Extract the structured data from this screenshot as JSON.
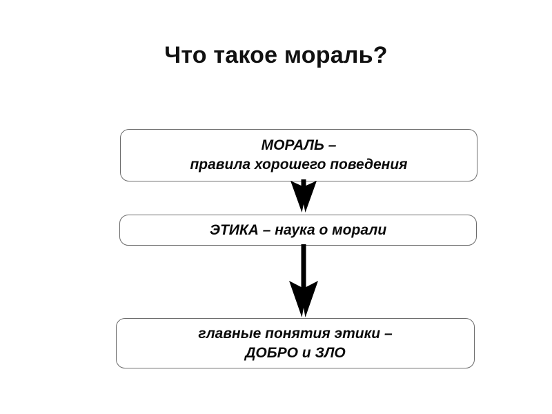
{
  "slide": {
    "title": "Что такое мораль?",
    "background_color": "#ffffff",
    "text_color": "#000000",
    "border_color": "#6b6b6b"
  },
  "diagram": {
    "type": "flowchart",
    "direction": "top-to-bottom",
    "nodes": [
      {
        "id": "moral",
        "label": "МОРАЛЬ –\nправила хорошего поведения",
        "line1": "МОРАЛЬ –",
        "line2": "правила хорошего поведения"
      },
      {
        "id": "etika",
        "label": "ЭТИКА – наука о морали",
        "line1": "ЭТИКА – наука о морали",
        "line2": ""
      },
      {
        "id": "dobro-zlo",
        "label": "главные понятия этики –\nДОБРО и ЗЛО",
        "line1": "главные понятия этики –",
        "line2": "ДОБРО и ЗЛО"
      }
    ],
    "edges": [
      {
        "id": "arrow-1",
        "from": "moral",
        "to": "etika",
        "style": "short-thick-barbed-arrow"
      },
      {
        "id": "arrow-2",
        "from": "etika",
        "to": "dobro-zlo",
        "style": "long-shaft-barbed-arrow"
      }
    ]
  }
}
